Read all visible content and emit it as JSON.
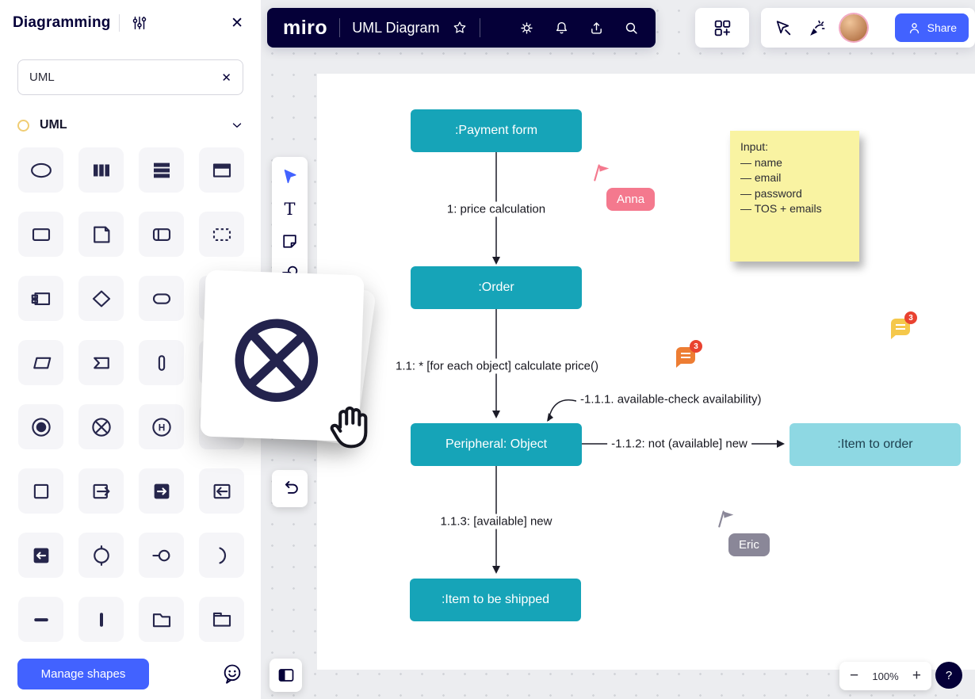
{
  "colors": {
    "accent": "#4262ff",
    "navy": "#050038",
    "node_teal": "#16a4b8",
    "node_teal_light": "#8ed8e3",
    "sticky_yellow": "#f9f3a2",
    "anna": "#f4798e",
    "eric": "#8a8798",
    "comment_orange": "#ed7d33",
    "comment_yellow": "#f5c84b",
    "badge_red": "#e94230"
  },
  "left_panel": {
    "title": "Diagramming",
    "search": {
      "value": "UML"
    },
    "section_label": "UML",
    "manage_button": "Manage shapes",
    "shapes": [
      "oval",
      "partition-vertical",
      "partition-horizontal",
      "titled-frame",
      "rectangle",
      "note",
      "frame-band",
      "rectangle-dashed",
      "subsystem",
      "diamond",
      "stadium",
      "rounded-rectangle",
      "flag",
      "signal-receive",
      "activation-bar",
      "rounded-rectangle-2",
      "final-node",
      "circle-cross",
      "history-state",
      "rounded-rectangle-3",
      "square",
      "exit-arrow",
      "input-pin",
      "enter-arrow",
      "output-pin",
      "control-node",
      "lollipop-interface",
      "socket-interface",
      "sync-bar-horizontal",
      "sync-bar-vertical",
      "folder",
      "folder-tab"
    ]
  },
  "top_bar": {
    "logo": "miro",
    "board_title": "UML Diagram"
  },
  "collab_bar": {
    "share_label": "Share"
  },
  "icons": {
    "text_tool": "T",
    "history_state_letter": "H"
  },
  "controls": {
    "close": "✕",
    "clear": "✕",
    "minus": "−",
    "plus": "+",
    "help": "?"
  },
  "diagram": {
    "nodes": [
      {
        "label": ":Payment form"
      },
      {
        "label": ":Order"
      },
      {
        "label": "Peripheral: Object"
      },
      {
        "label": ":Item to order"
      },
      {
        "label": ":Item to be shipped"
      }
    ],
    "edge_labels": {
      "e1": "1: price calculation",
      "e2": "1.1: * [for each object] calculate price()",
      "e3": "-1.1.1. available-check availability)",
      "e4": "-1.1.2: not (available] new",
      "e5": "1.1.3: [available] new"
    }
  },
  "sticky_note": {
    "text": "Input:\n— name\n— email\n— password\n— TOS + emails"
  },
  "collaborators": [
    {
      "name": "Anna"
    },
    {
      "name": "Eric"
    }
  ],
  "comments": [
    {
      "count": "3"
    },
    {
      "count": "3"
    }
  ],
  "zoom": {
    "level": "100%"
  }
}
